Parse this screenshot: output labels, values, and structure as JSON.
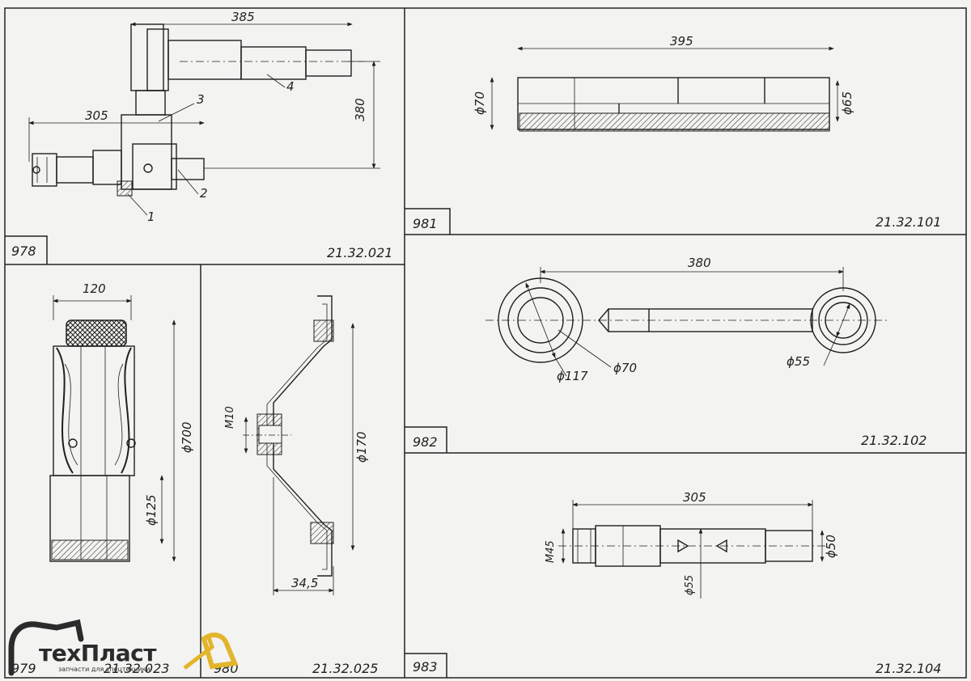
{
  "panels": [
    {
      "id": "978",
      "code": "21.32.021",
      "dims": [
        "385",
        "305",
        "380"
      ],
      "callouts": [
        "1",
        "2",
        "3",
        "4"
      ]
    },
    {
      "id": "981",
      "code": "21.32.101",
      "dims": [
        "395",
        "ϕ70",
        "ϕ65"
      ]
    },
    {
      "id": "979",
      "code": "21.32.023",
      "dims": [
        "120",
        "ϕ700",
        "ϕ125"
      ]
    },
    {
      "id": "980",
      "code": "21.32.025",
      "dims": [
        "M10",
        "ϕ170",
        "34,5"
      ]
    },
    {
      "id": "982",
      "code": "21.32.102",
      "dims": [
        "380",
        "ϕ117",
        "ϕ70",
        "ϕ55"
      ]
    },
    {
      "id": "983",
      "code": "21.32.104",
      "dims": [
        "305",
        "M45",
        "ϕ50",
        "ϕ55"
      ]
    }
  ],
  "logo": {
    "text": "техПласт",
    "subtitle": "запчасти для спецтехники",
    "accent_color": "#e3b52a"
  }
}
